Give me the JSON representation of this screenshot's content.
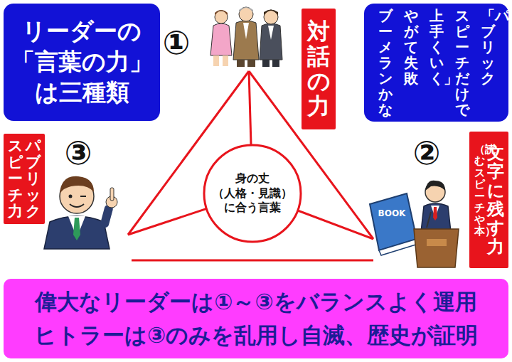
{
  "diagram": {
    "nodes": [
      {
        "text": [
          "リーダーの 「言葉の力」 は三種類"
        ]
      },
      {
        "text": [
          "対話の力"
        ]
      },
      {
        "text": [
          "「パブリック スピーチだけで 上手くいく」 やがて失敗 ブーメランかな"
        ]
      },
      {
        "text": [
          "パブリック スピーチ力"
        ]
      },
      {
        "text": [
          "文字に残す力",
          "（読むスピーチや本）"
        ]
      },
      {
        "text": [
          "身の丈 （人格・見識） に合う言葉"
        ]
      },
      {
        "text": [
          "偉大なリーダーは①～③をバランスよく運用",
          "ヒトラーは③のみを乱用し自滅、歴史が証明"
        ]
      }
    ],
    "labels": [
      "①",
      "②",
      "③",
      "BOOK"
    ]
  }
}
